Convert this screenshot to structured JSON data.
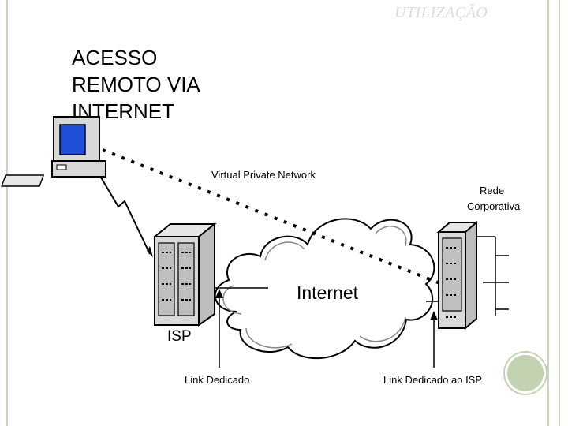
{
  "slide": {
    "title": "UTILIZAÇÃO",
    "heading_lines": [
      "ACESSO",
      "REMOTO VIA",
      "INTERNET"
    ]
  },
  "diagram": {
    "vpn_label": "Virtual Private Network",
    "corporate_label_line1": "Rede",
    "corporate_label_line2": "Corporativa",
    "internet_label": "Internet",
    "isp_label": "ISP",
    "link_left_label": "Link Dedicado",
    "link_right_label": "Link Dedicado ao ISP"
  },
  "colors": {
    "frame": "#c9d6bd",
    "accent_circle": "#c3d2b1",
    "monitor_screen": "#1f4fd6"
  }
}
